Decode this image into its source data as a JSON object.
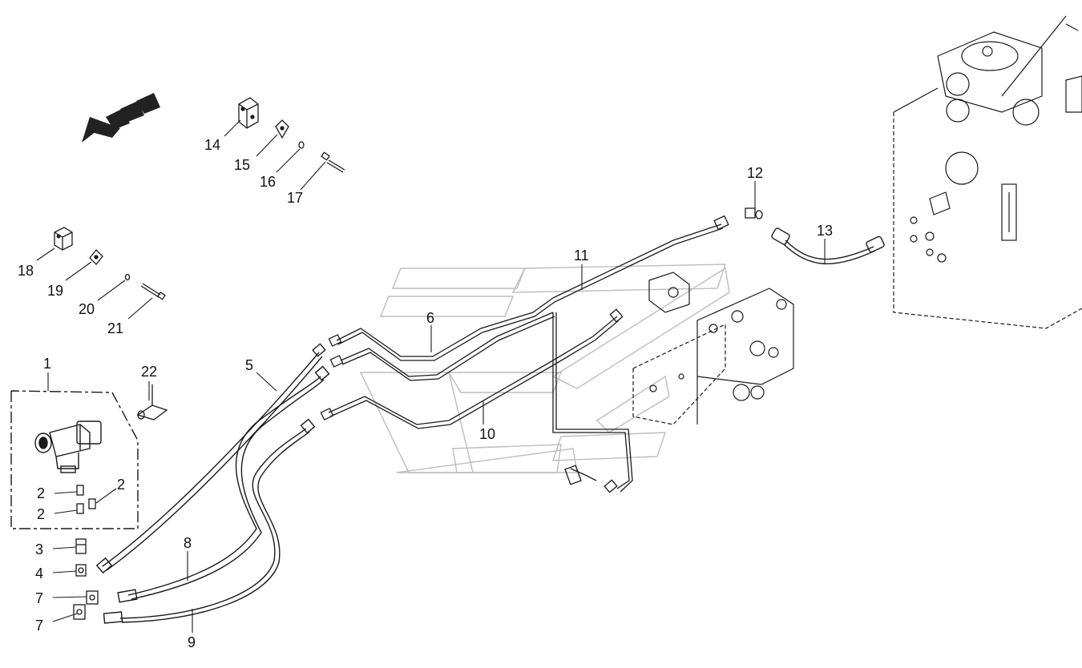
{
  "diagram": {
    "callouts": {
      "c1": "1",
      "c2a": "2",
      "c2b": "2",
      "c2c": "2",
      "c3": "3",
      "c4": "4",
      "c5": "5",
      "c6": "6",
      "c7a": "7",
      "c7b": "7",
      "c8": "8",
      "c9": "9",
      "c10": "10",
      "c11": "11",
      "c12": "12",
      "c13": "13",
      "c14": "14",
      "c15": "15",
      "c16": "16",
      "c17": "17",
      "c18": "18",
      "c19": "19",
      "c20": "20",
      "c21": "21",
      "c22": "22"
    },
    "colors": {
      "line": "#1a1a1a",
      "watermark": "#bdbdbd",
      "arrow": "#222222"
    }
  }
}
